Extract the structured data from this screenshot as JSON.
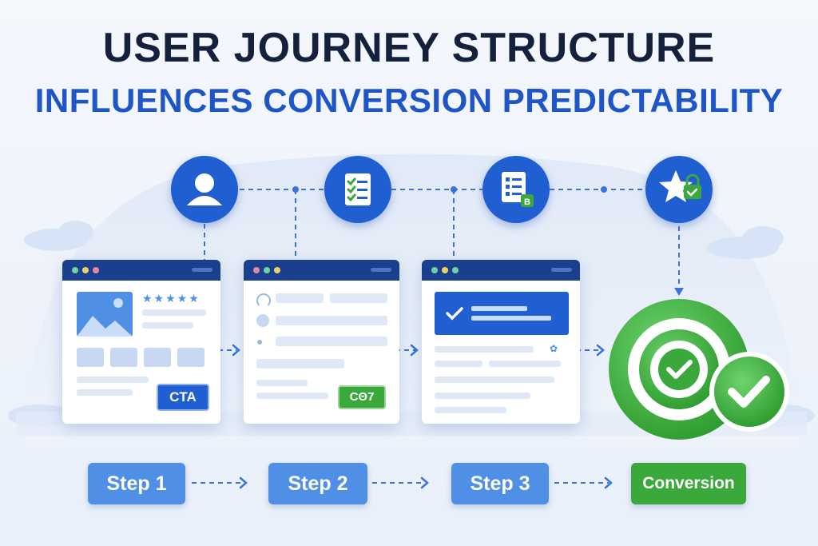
{
  "title": {
    "line1": "USER JOURNEY STRUCTURE",
    "line2": "INFLUENCES CONVERSION PREDICTABILITY"
  },
  "icons": [
    "user-icon",
    "checklist-icon",
    "form-icon",
    "star-lock-icon"
  ],
  "pages": {
    "page1_button": "CTA",
    "page2_button": "CΘ7"
  },
  "steps": [
    {
      "label": "Step 1"
    },
    {
      "label": "Step 2"
    },
    {
      "label": "Step 3"
    },
    {
      "label": "Conversion"
    }
  ],
  "colors": {
    "primary": "#1f5fd1",
    "dark": "#14213d",
    "accent_green": "#3aa83a",
    "step_blue": "#4f8fe6"
  }
}
